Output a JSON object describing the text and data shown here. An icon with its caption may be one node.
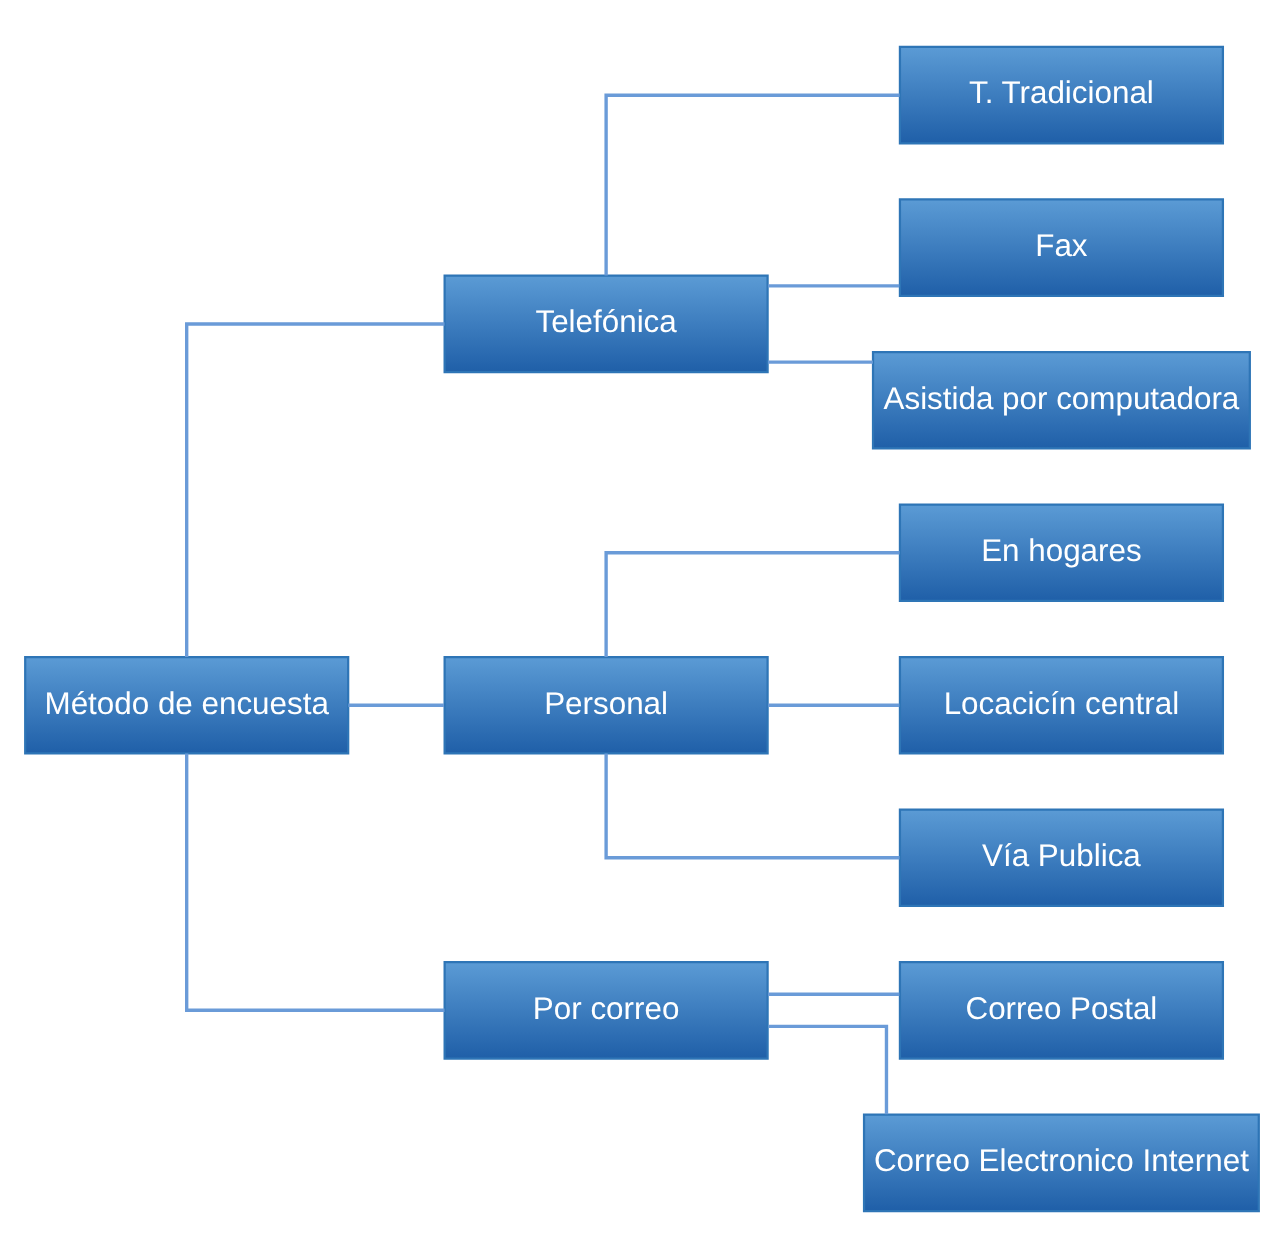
{
  "diagram": {
    "nodes": [
      {
        "text": [
          "Método de encuesta"
        ]
      },
      {
        "text": [
          "Telefónica"
        ]
      },
      {
        "text": [
          "T. Tradicional"
        ]
      },
      {
        "text": [
          "Fax"
        ]
      },
      {
        "text": [
          "Asistida por computadora"
        ]
      },
      {
        "text": [
          "Personal"
        ]
      },
      {
        "text": [
          "En hogares"
        ]
      },
      {
        "text": [
          "Locacicín central"
        ]
      },
      {
        "text": [
          "Vía Publica"
        ]
      },
      {
        "text": [
          "Por correo"
        ]
      },
      {
        "text": [
          "Correo Postal"
        ]
      },
      {
        "text": [
          "Correo Electronico Internet"
        ]
      }
    ],
    "edges": [
      {
        "from": 0,
        "to": 1,
        "arrow": "none"
      },
      {
        "from": 0,
        "to": 5,
        "arrow": "none"
      },
      {
        "from": 0,
        "to": 9,
        "arrow": "none"
      },
      {
        "from": 1,
        "to": 2,
        "arrow": "none"
      },
      {
        "from": 1,
        "to": 3,
        "arrow": "none"
      },
      {
        "from": 1,
        "to": 4,
        "arrow": "none"
      },
      {
        "from": 5,
        "to": 6,
        "arrow": "none"
      },
      {
        "from": 5,
        "to": 7,
        "arrow": "none"
      },
      {
        "from": 5,
        "to": 8,
        "arrow": "none"
      },
      {
        "from": 9,
        "to": 10,
        "arrow": "none"
      },
      {
        "from": 9,
        "to": 11,
        "arrow": "none"
      }
    ]
  }
}
